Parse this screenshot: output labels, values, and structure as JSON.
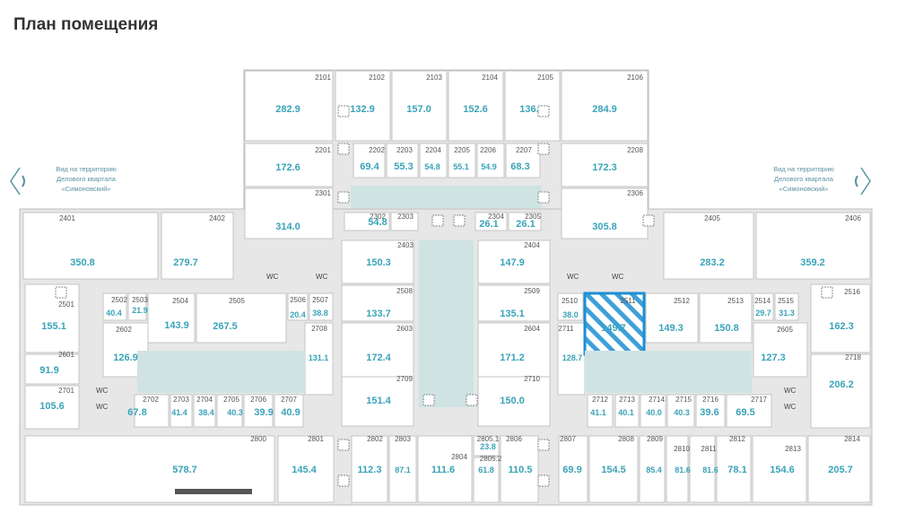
{
  "title": "План помещения",
  "colors": {
    "area_text": "#3aa3b8",
    "atrium_fill": "#cfe3e3",
    "wall_fill": "#e7e7e7",
    "highlight": "#1c8fd3"
  },
  "view_left": [
    "Вид на территорию",
    "Делового квартала",
    "«Симоновский»"
  ],
  "view_right": [
    "Вид на территорию",
    "Делового квартала",
    "«Симоновский»"
  ],
  "wc_label": "WC",
  "selected_room": "2511",
  "rooms": [
    {
      "id": "2101",
      "area": "282.9"
    },
    {
      "id": "2102",
      "area": "132.9"
    },
    {
      "id": "2103",
      "area": "157.0"
    },
    {
      "id": "2104",
      "area": "152.6"
    },
    {
      "id": "2105",
      "area": "136.2"
    },
    {
      "id": "2106",
      "area": "284.9"
    },
    {
      "id": "2201",
      "area": "172.6"
    },
    {
      "id": "2202",
      "area": "69.4"
    },
    {
      "id": "2203",
      "area": "55.3"
    },
    {
      "id": "2204",
      "area": "54.8"
    },
    {
      "id": "2205",
      "area": "55.1"
    },
    {
      "id": "2206",
      "area": "54.9"
    },
    {
      "id": "2207",
      "area": "68.3"
    },
    {
      "id": "2208",
      "area": "172.3"
    },
    {
      "id": "2301",
      "area": "314.0"
    },
    {
      "id": "2302",
      "area": "54.8"
    },
    {
      "id": "2303",
      "area": ""
    },
    {
      "id": "2304",
      "area": "26.1"
    },
    {
      "id": "2305",
      "area": "26.1"
    },
    {
      "id": "2306",
      "area": "305.8"
    },
    {
      "id": "2401",
      "area": "350.8"
    },
    {
      "id": "2402",
      "area": "279.7"
    },
    {
      "id": "2403",
      "area": "150.3"
    },
    {
      "id": "2404",
      "area": "147.9"
    },
    {
      "id": "2405",
      "area": "283.2"
    },
    {
      "id": "2406",
      "area": "359.2"
    },
    {
      "id": "2501",
      "area": "155.1"
    },
    {
      "id": "2502",
      "area": "40.4"
    },
    {
      "id": "2503",
      "area": "21.9"
    },
    {
      "id": "2504",
      "area": "143.9"
    },
    {
      "id": "2505",
      "area": "267.5"
    },
    {
      "id": "2506",
      "area": "20.4"
    },
    {
      "id": "2507",
      "area": "38.8"
    },
    {
      "id": "2508",
      "area": "133.7"
    },
    {
      "id": "2509",
      "area": "135.1"
    },
    {
      "id": "2510",
      "area": "38.0"
    },
    {
      "id": "2511",
      "area": "149.7"
    },
    {
      "id": "2512",
      "area": "149.3"
    },
    {
      "id": "2513",
      "area": "150.8"
    },
    {
      "id": "2514",
      "area": "29.7"
    },
    {
      "id": "2515",
      "area": "31.3"
    },
    {
      "id": "2516",
      "area": "162.3"
    },
    {
      "id": "2601",
      "area": "91.9"
    },
    {
      "id": "2602",
      "area": "126.9"
    },
    {
      "id": "2603",
      "area": "172.4"
    },
    {
      "id": "2604",
      "area": "171.2"
    },
    {
      "id": "2605",
      "area": "127.3"
    },
    {
      "id": "2701",
      "area": "105.6"
    },
    {
      "id": "2702",
      "area": "67.8"
    },
    {
      "id": "2703",
      "area": "41.4"
    },
    {
      "id": "2704",
      "area": "38.4"
    },
    {
      "id": "2705",
      "area": "40.3"
    },
    {
      "id": "2706",
      "area": "39.9"
    },
    {
      "id": "2707",
      "area": "40.9"
    },
    {
      "id": "2708",
      "area": "131.1"
    },
    {
      "id": "2709",
      "area": "151.4"
    },
    {
      "id": "2710",
      "area": "150.0"
    },
    {
      "id": "2711",
      "area": "128.7"
    },
    {
      "id": "2712",
      "area": "41.1"
    },
    {
      "id": "2713",
      "area": "40.1"
    },
    {
      "id": "2714",
      "area": "40.0"
    },
    {
      "id": "2715",
      "area": "40.3"
    },
    {
      "id": "2716",
      "area": "39.6"
    },
    {
      "id": "2717",
      "area": "69.5"
    },
    {
      "id": "2718",
      "area": "206.2"
    },
    {
      "id": "2800",
      "area": "578.7"
    },
    {
      "id": "2801",
      "area": "145.4"
    },
    {
      "id": "2802",
      "area": "112.3"
    },
    {
      "id": "2803",
      "area": "87.1"
    },
    {
      "id": "2804",
      "area": "111.6"
    },
    {
      "id": "2805.1",
      "area": "23.8"
    },
    {
      "id": "2805.2",
      "area": "61.8"
    },
    {
      "id": "2806",
      "area": "110.5"
    },
    {
      "id": "2807",
      "area": "69.9"
    },
    {
      "id": "2808",
      "area": "154.5"
    },
    {
      "id": "2809",
      "area": "85.4"
    },
    {
      "id": "2810",
      "area": "81.6"
    },
    {
      "id": "2811",
      "area": "81.6"
    },
    {
      "id": "2812",
      "area": "78.1"
    },
    {
      "id": "2813",
      "area": "154.6"
    },
    {
      "id": "2814",
      "area": "205.7"
    }
  ]
}
